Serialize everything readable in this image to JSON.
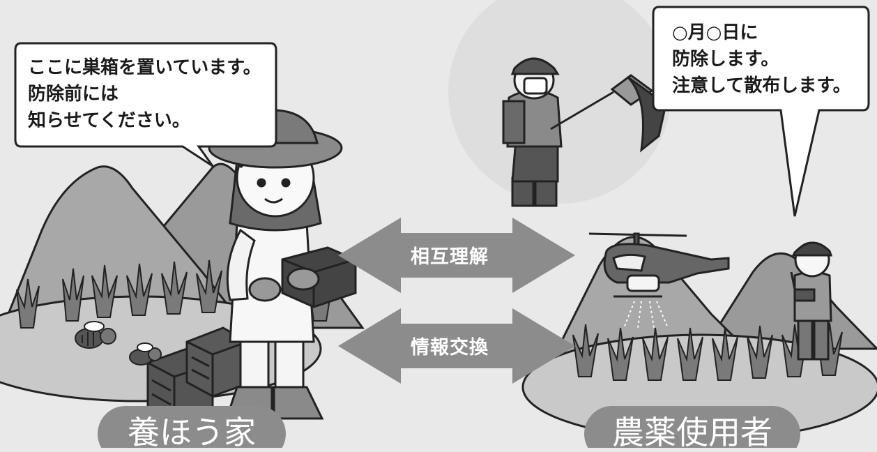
{
  "speech_left": {
    "lines": [
      "ここに巣箱を置いています。",
      "防除前には",
      "知らせてください。"
    ]
  },
  "speech_right": {
    "lines": [
      "○月○日に",
      "防除します。",
      "注意して散布します。"
    ]
  },
  "arrows": {
    "mutual_understanding": "相互理解",
    "information_exchange": "情報交換"
  },
  "roles": {
    "beekeeper": "養ほう家",
    "pesticide_user": "農薬使用者"
  }
}
